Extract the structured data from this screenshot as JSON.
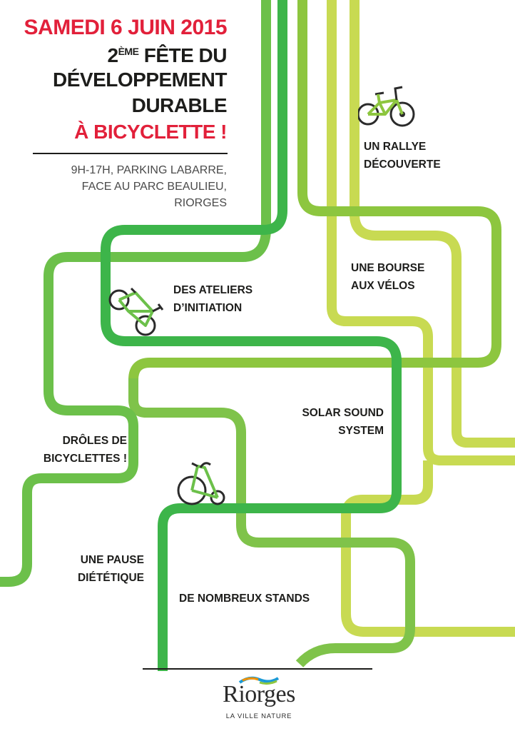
{
  "header": {
    "date": "SAMEDI 6 JUIN 2015",
    "title_ordinal": "2",
    "title_ordinal_suffix": "ÈME",
    "title_line1_rest": " FÊTE DU",
    "title_line2": "DÉVELOPPEMENT",
    "title_line3": "DURABLE",
    "title_line4": "À BICYCLETTE !"
  },
  "venue": {
    "line1": "9H-17H, PARKING LABARRE,",
    "line2": "FACE AU PARC BEAULIEU,",
    "line3": "RIORGES"
  },
  "activities": [
    {
      "line1": "UN RALLYE",
      "line2": "DÉCOUVERTE"
    },
    {
      "line1": "UNE BOURSE",
      "line2": "AUX VÉLOS"
    },
    {
      "line1": "DES ATELIERS",
      "line2": "D’INITIATION"
    },
    {
      "line1": "SOLAR SOUND",
      "line2": "SYSTEM"
    },
    {
      "line1": "DRÔLES DE",
      "line2": "BICYCLETTES !"
    },
    {
      "line1": "UNE PAUSE",
      "line2": "DIÉTÉTIQUE"
    },
    {
      "line1": "DE NOMBREUX STANDS",
      "line2": ""
    }
  ],
  "icons": [
    "bicycle-icon",
    "bicycle-icon",
    "penny-farthing-icon",
    "riorges-wave-logo-icon"
  ],
  "logo": {
    "name": "Riorges",
    "tagline": "LA VILLE NATURE"
  },
  "colors": {
    "red": "#e2203a",
    "text": "#1d1d1b",
    "green_dark": "#3db54a",
    "green_mid": "#6cc04a",
    "green_light": "#8dc63f",
    "green_lime": "#c6d94f",
    "logo_blue": "#1b9ad6",
    "logo_orange": "#f39200",
    "logo_green": "#8dc63f"
  }
}
